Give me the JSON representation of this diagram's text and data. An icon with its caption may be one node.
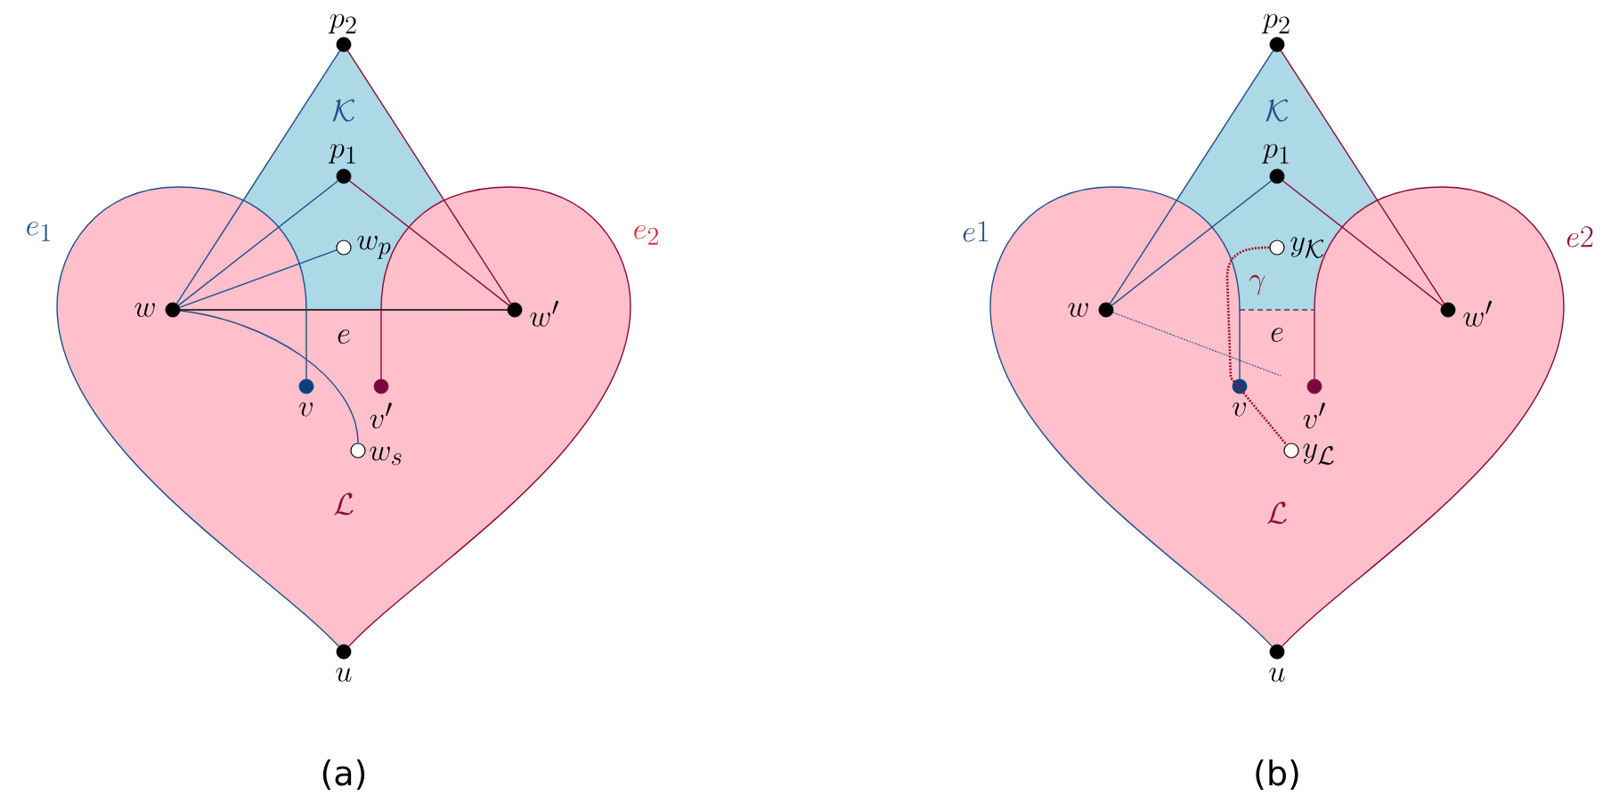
{
  "diagram": {
    "nodes": [
      {
        "text": [],
        "shape": "circle",
        "beside": [
          "p_2"
        ]
      },
      {
        "text": [],
        "shape": "circle",
        "beside": [
          "p_1"
        ]
      },
      {
        "text": [],
        "shape": "circle",
        "beside": [
          "w_p"
        ]
      },
      {
        "text": [],
        "shape": "circle",
        "beside": [
          "w"
        ]
      },
      {
        "text": [],
        "shape": "circle",
        "beside": [
          "w'"
        ]
      },
      {
        "text": [],
        "shape": "circle",
        "beside": [
          "v"
        ]
      },
      {
        "text": [],
        "shape": "circle",
        "beside": [
          "v'"
        ]
      },
      {
        "text": [],
        "shape": "circle",
        "beside": [
          "w_s"
        ]
      },
      {
        "text": [],
        "shape": "circle",
        "beside": [
          "u"
        ]
      },
      {
        "text": [],
        "shape": "circle",
        "beside": [
          "p_2"
        ]
      },
      {
        "text": [],
        "shape": "circle",
        "beside": [
          "p_1"
        ]
      },
      {
        "text": [],
        "shape": "circle",
        "beside": [
          "y_{\\mathcal{K}}"
        ]
      },
      {
        "text": [],
        "shape": "circle",
        "beside": [
          "w"
        ]
      },
      {
        "text": [],
        "shape": "circle",
        "beside": [
          "w'"
        ]
      },
      {
        "text": [],
        "shape": "circle",
        "beside": [
          "v"
        ]
      },
      {
        "text": [],
        "shape": "circle",
        "beside": [
          "v'"
        ]
      },
      {
        "text": [],
        "shape": "circle",
        "beside": [
          "y_{\\mathcal{L}}"
        ]
      },
      {
        "text": [],
        "shape": "circle",
        "beside": [
          "u"
        ]
      }
    ],
    "edges": [
      {
        "from": 3,
        "to": 0,
        "arrow": "none",
        "color": "#1f4e8c"
      },
      {
        "from": 3,
        "to": 1,
        "arrow": "none",
        "color": "#1f4e8c"
      },
      {
        "from": 3,
        "to": 2,
        "arrow": "none",
        "color": "#1f4e8c"
      },
      {
        "from": 3,
        "to": 7,
        "arrow": "none",
        "color": "#1f4e8c"
      },
      {
        "from": 3,
        "to": 4,
        "arrow": "none",
        "label": "e",
        "color": "#000000"
      },
      {
        "from": 1,
        "to": 4,
        "arrow": "none",
        "color": "#8b0a3a"
      },
      {
        "from": 0,
        "to": 4,
        "arrow": "none",
        "color": "#8b0a3a"
      },
      {
        "from": 5,
        "to": 8,
        "arrow": "none",
        "label": "e_1",
        "color": "#1f4e8c"
      },
      {
        "from": 6,
        "to": 8,
        "arrow": "none",
        "label": "e_2",
        "color": "#8b0a3a"
      },
      {
        "from": 12,
        "to": 9,
        "arrow": "none",
        "color": "#1f4e8c"
      },
      {
        "from": 12,
        "to": 10,
        "arrow": "none",
        "color": "#1f4e8c"
      },
      {
        "from": 10,
        "to": 13,
        "arrow": "none",
        "color": "#8b0a3a"
      },
      {
        "from": 9,
        "to": 13,
        "arrow": "none",
        "color": "#8b0a3a"
      },
      {
        "from": 12,
        "to": null,
        "arrow": "none",
        "style": "dashed",
        "color": "#1f4e8c"
      },
      {
        "from": 11,
        "to": 16,
        "arrow": "none",
        "label": "\\gamma",
        "style": "dashed",
        "color": "#a01020"
      },
      {
        "from": 14,
        "to": 17,
        "arrow": "none",
        "label": "e1",
        "color": "#1f4e8c"
      },
      {
        "from": 15,
        "to": 17,
        "arrow": "none",
        "label": "e2",
        "color": "#8b0a3a"
      }
    ],
    "labels": [
      "\\mathcal{K}",
      "\\mathcal{L}",
      "(a)",
      "\\mathcal{K}",
      "e",
      "\\mathcal{L}",
      "(b)"
    ]
  }
}
